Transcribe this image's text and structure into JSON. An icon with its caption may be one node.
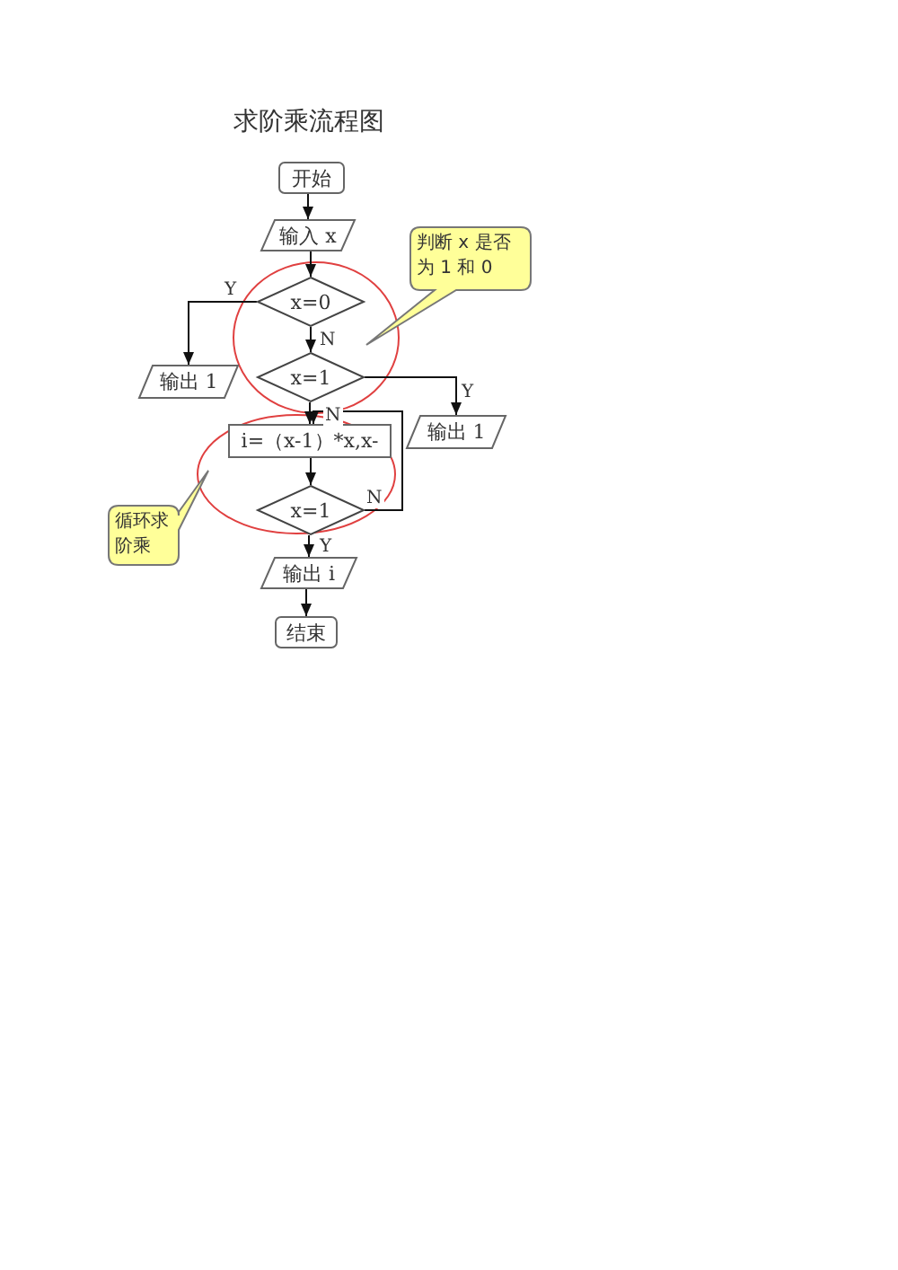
{
  "diagram": {
    "title": "求阶乘流程图",
    "nodes": [
      {
        "text": [
          "开始"
        ]
      },
      {
        "text": [
          "输入 x"
        ]
      },
      {
        "text": [
          "x=0"
        ]
      },
      {
        "text": [
          "x=1"
        ]
      },
      {
        "text": [
          "输出 1"
        ]
      },
      {
        "text": [
          "输出 1"
        ]
      },
      {
        "text": [
          "i=（x-1）*x,x-"
        ]
      },
      {
        "text": [
          "x=1"
        ]
      },
      {
        "text": [
          "输出 i"
        ]
      },
      {
        "text": [
          "结束"
        ]
      },
      {
        "text": [
          "判断 x 是否为 1 和 0"
        ]
      },
      {
        "text": [
          "循环求阶乘"
        ]
      }
    ],
    "edges": [
      {
        "from": 0,
        "to": 1,
        "arrow": "to"
      },
      {
        "from": 1,
        "to": 2,
        "arrow": "to"
      },
      {
        "from": 2,
        "to": 4,
        "arrow": "to",
        "label": "Y"
      },
      {
        "from": 2,
        "to": 3,
        "arrow": "to",
        "label": "N"
      },
      {
        "from": 3,
        "to": 5,
        "arrow": "to",
        "label": "Y"
      },
      {
        "from": 3,
        "to": 6,
        "arrow": "to",
        "label": "N"
      },
      {
        "from": 6,
        "to": 7,
        "arrow": "to"
      },
      {
        "from": 7,
        "to": 8,
        "arrow": "to",
        "label": "Y"
      },
      {
        "from": 7,
        "to": 6,
        "arrow": "to",
        "label": "N"
      },
      {
        "from": 8,
        "to": 9,
        "arrow": "to"
      }
    ]
  }
}
